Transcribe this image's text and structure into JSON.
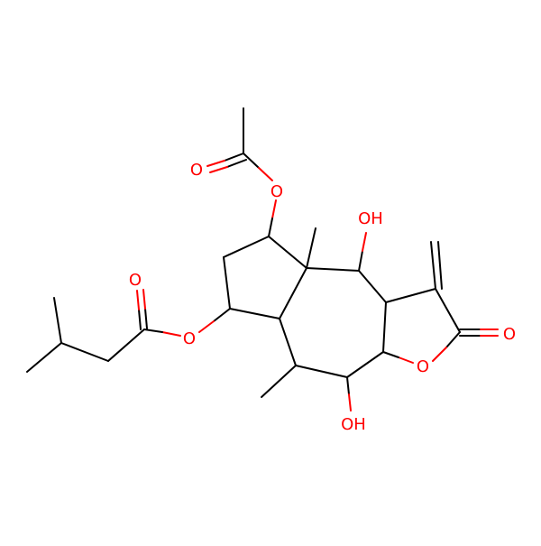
{
  "molecule": {
    "colors": {
      "bond": "#000000",
      "oxygen": "#ff0000",
      "background": "#ffffff"
    },
    "atom_labels": {
      "acetyl_ester_o": "O",
      "acetyl_carbonyl_o": "O",
      "oh_top": "OH",
      "lactone_carbonyl_o": "O",
      "lactone_ring_o": "O",
      "oh_bottom": "OH",
      "isovalerate_ester_o": "O",
      "isovalerate_carbonyl_o": "O"
    }
  }
}
